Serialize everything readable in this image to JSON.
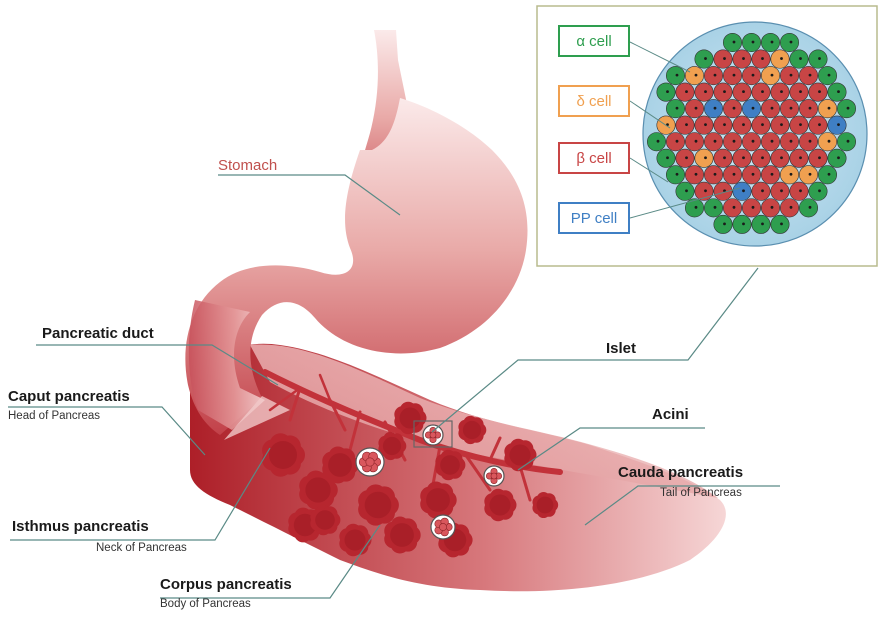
{
  "labels": {
    "stomach": "Stomach",
    "pancreatic_duct": "Pancreatic duct",
    "caput": "Caput pancreatis",
    "caput_sub": "Head of Pancreas",
    "isthmus": "Isthmus pancreatis",
    "isthmus_sub": "Neck of Pancreas",
    "corpus": "Corpus pancreatis",
    "corpus_sub": "Body of Pancreas",
    "islet": "Islet",
    "acini": "Acini",
    "cauda": "Cauda pancreatis",
    "cauda_sub": "Tail of Pancreas"
  },
  "cell_types": [
    {
      "key": "alpha",
      "label": "α cell",
      "color": "#2e9e4f"
    },
    {
      "key": "delta",
      "label": "δ cell",
      "color": "#f0a050"
    },
    {
      "key": "beta",
      "label": "β cell",
      "color": "#c84545"
    },
    {
      "key": "pp",
      "label": "PP cell",
      "color": "#3f7fc4"
    }
  ],
  "colors": {
    "organ_dark": "#b3242c",
    "organ_light": "#f3cccc",
    "leader_line": "#5a8a86",
    "stomach_label": "#c0504d",
    "panel_border": "#b9bb8d"
  }
}
